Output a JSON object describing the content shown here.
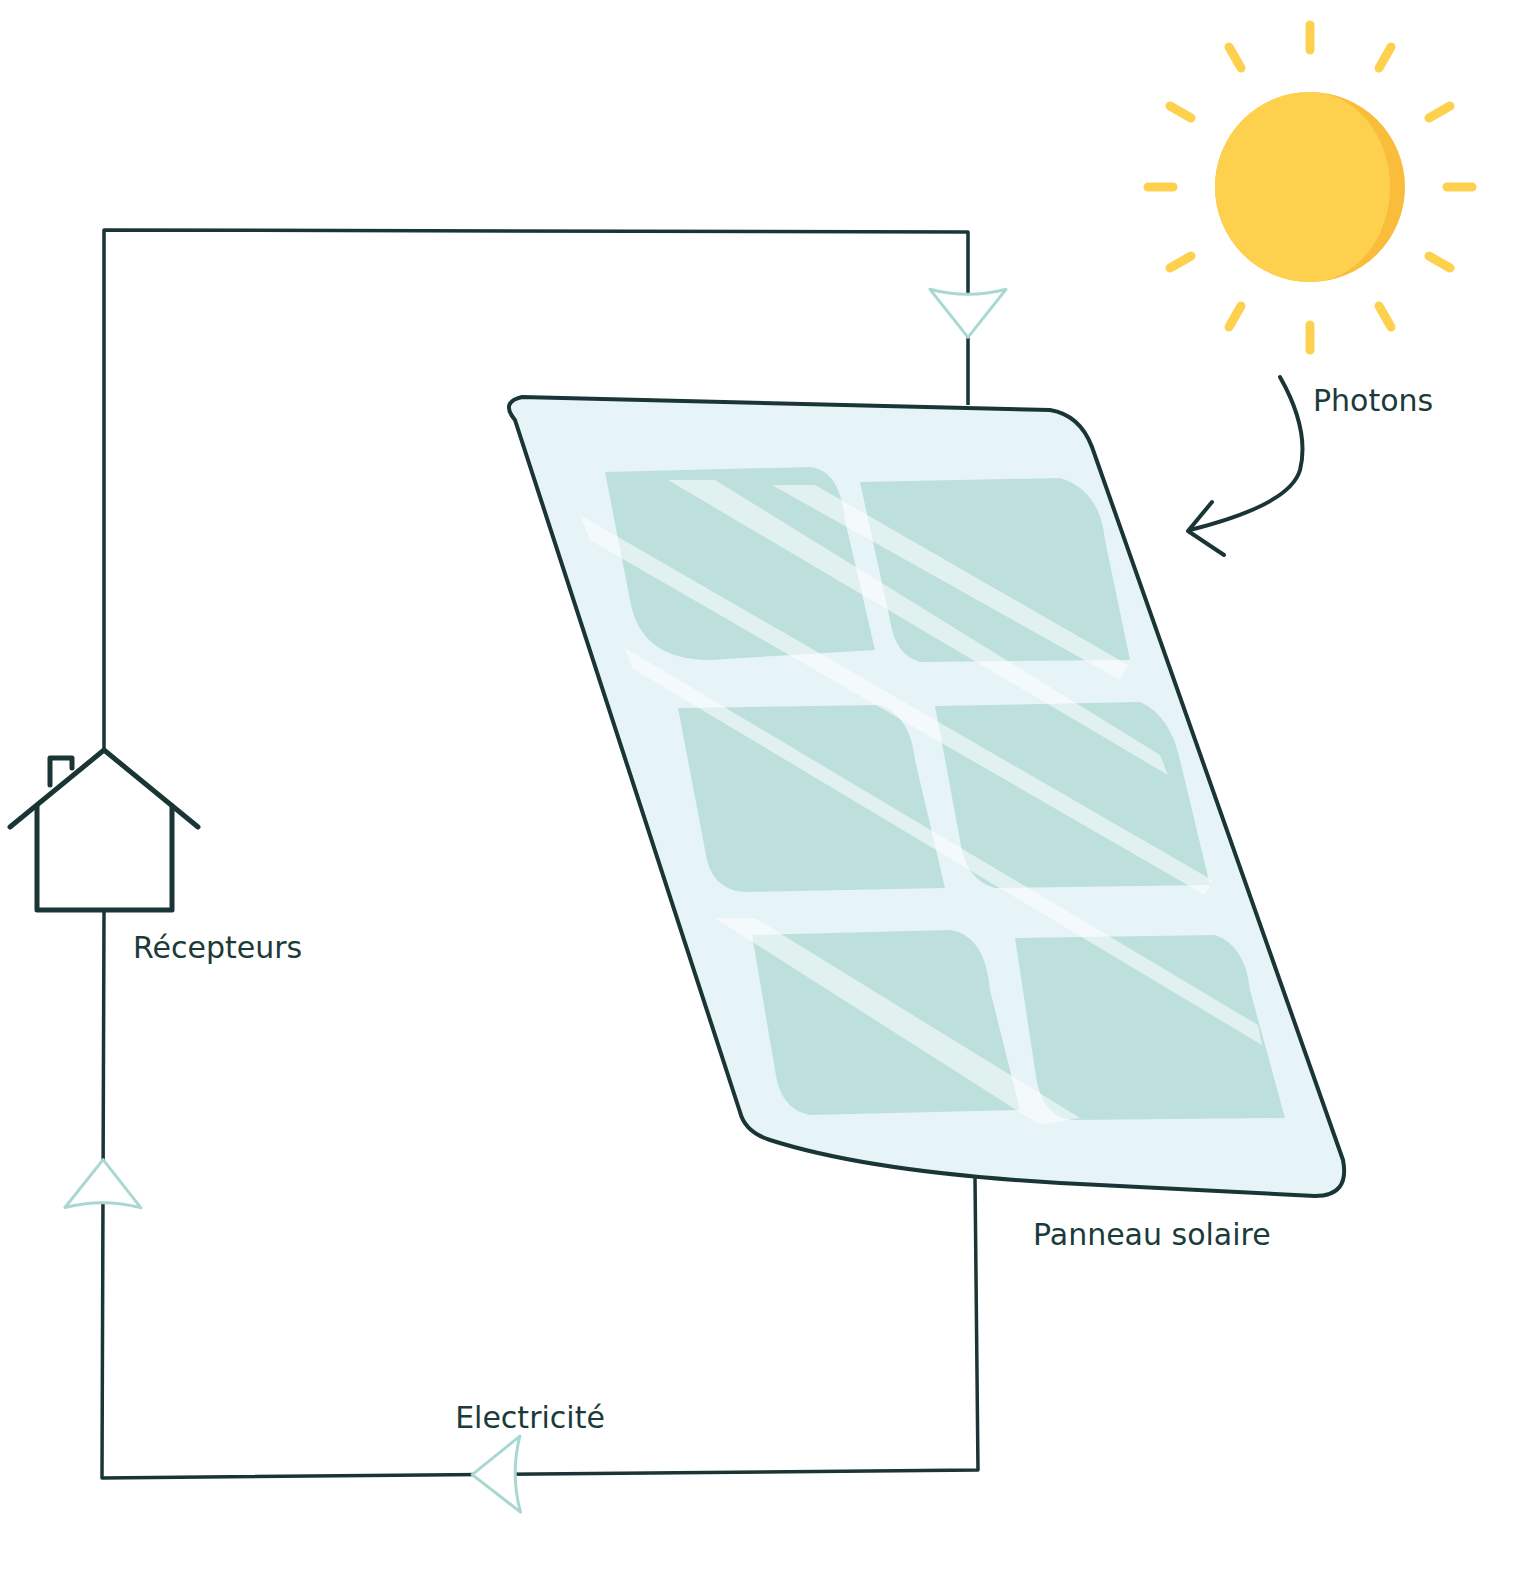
{
  "diagram": {
    "nodes": [
      {
        "text": [
          "Récepteurs"
        ]
      },
      {
        "text": [
          "Panneau solaire"
        ]
      }
    ],
    "edges": [
      {
        "from": 0,
        "to": 1,
        "arrow": "to"
      },
      {
        "from": 1,
        "to": 0,
        "label": "Electricité",
        "arrow": "to"
      }
    ],
    "labels": [
      "Photons"
    ]
  }
}
